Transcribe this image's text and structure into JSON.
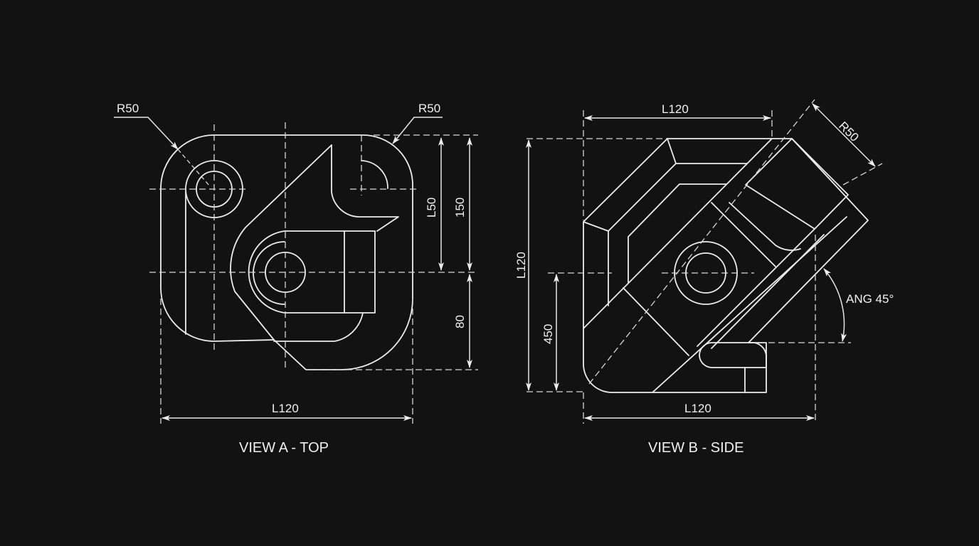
{
  "drawing": {
    "background": "#121212",
    "line_color": "#ececec",
    "view_a": {
      "title": "VIEW A - TOP",
      "dims": {
        "radius_left": "R50",
        "radius_right": "R50",
        "vert_inner": "L50",
        "vert_outer": "150",
        "vert_lower": "80",
        "horizontal": "L120"
      }
    },
    "view_b": {
      "title": "VIEW B - SIDE",
      "dims": {
        "top_width": "L120",
        "radius": "R50",
        "height": "L120",
        "lower_height": "450",
        "angle": "ANG 45°",
        "bottom_width": "L120"
      }
    }
  }
}
